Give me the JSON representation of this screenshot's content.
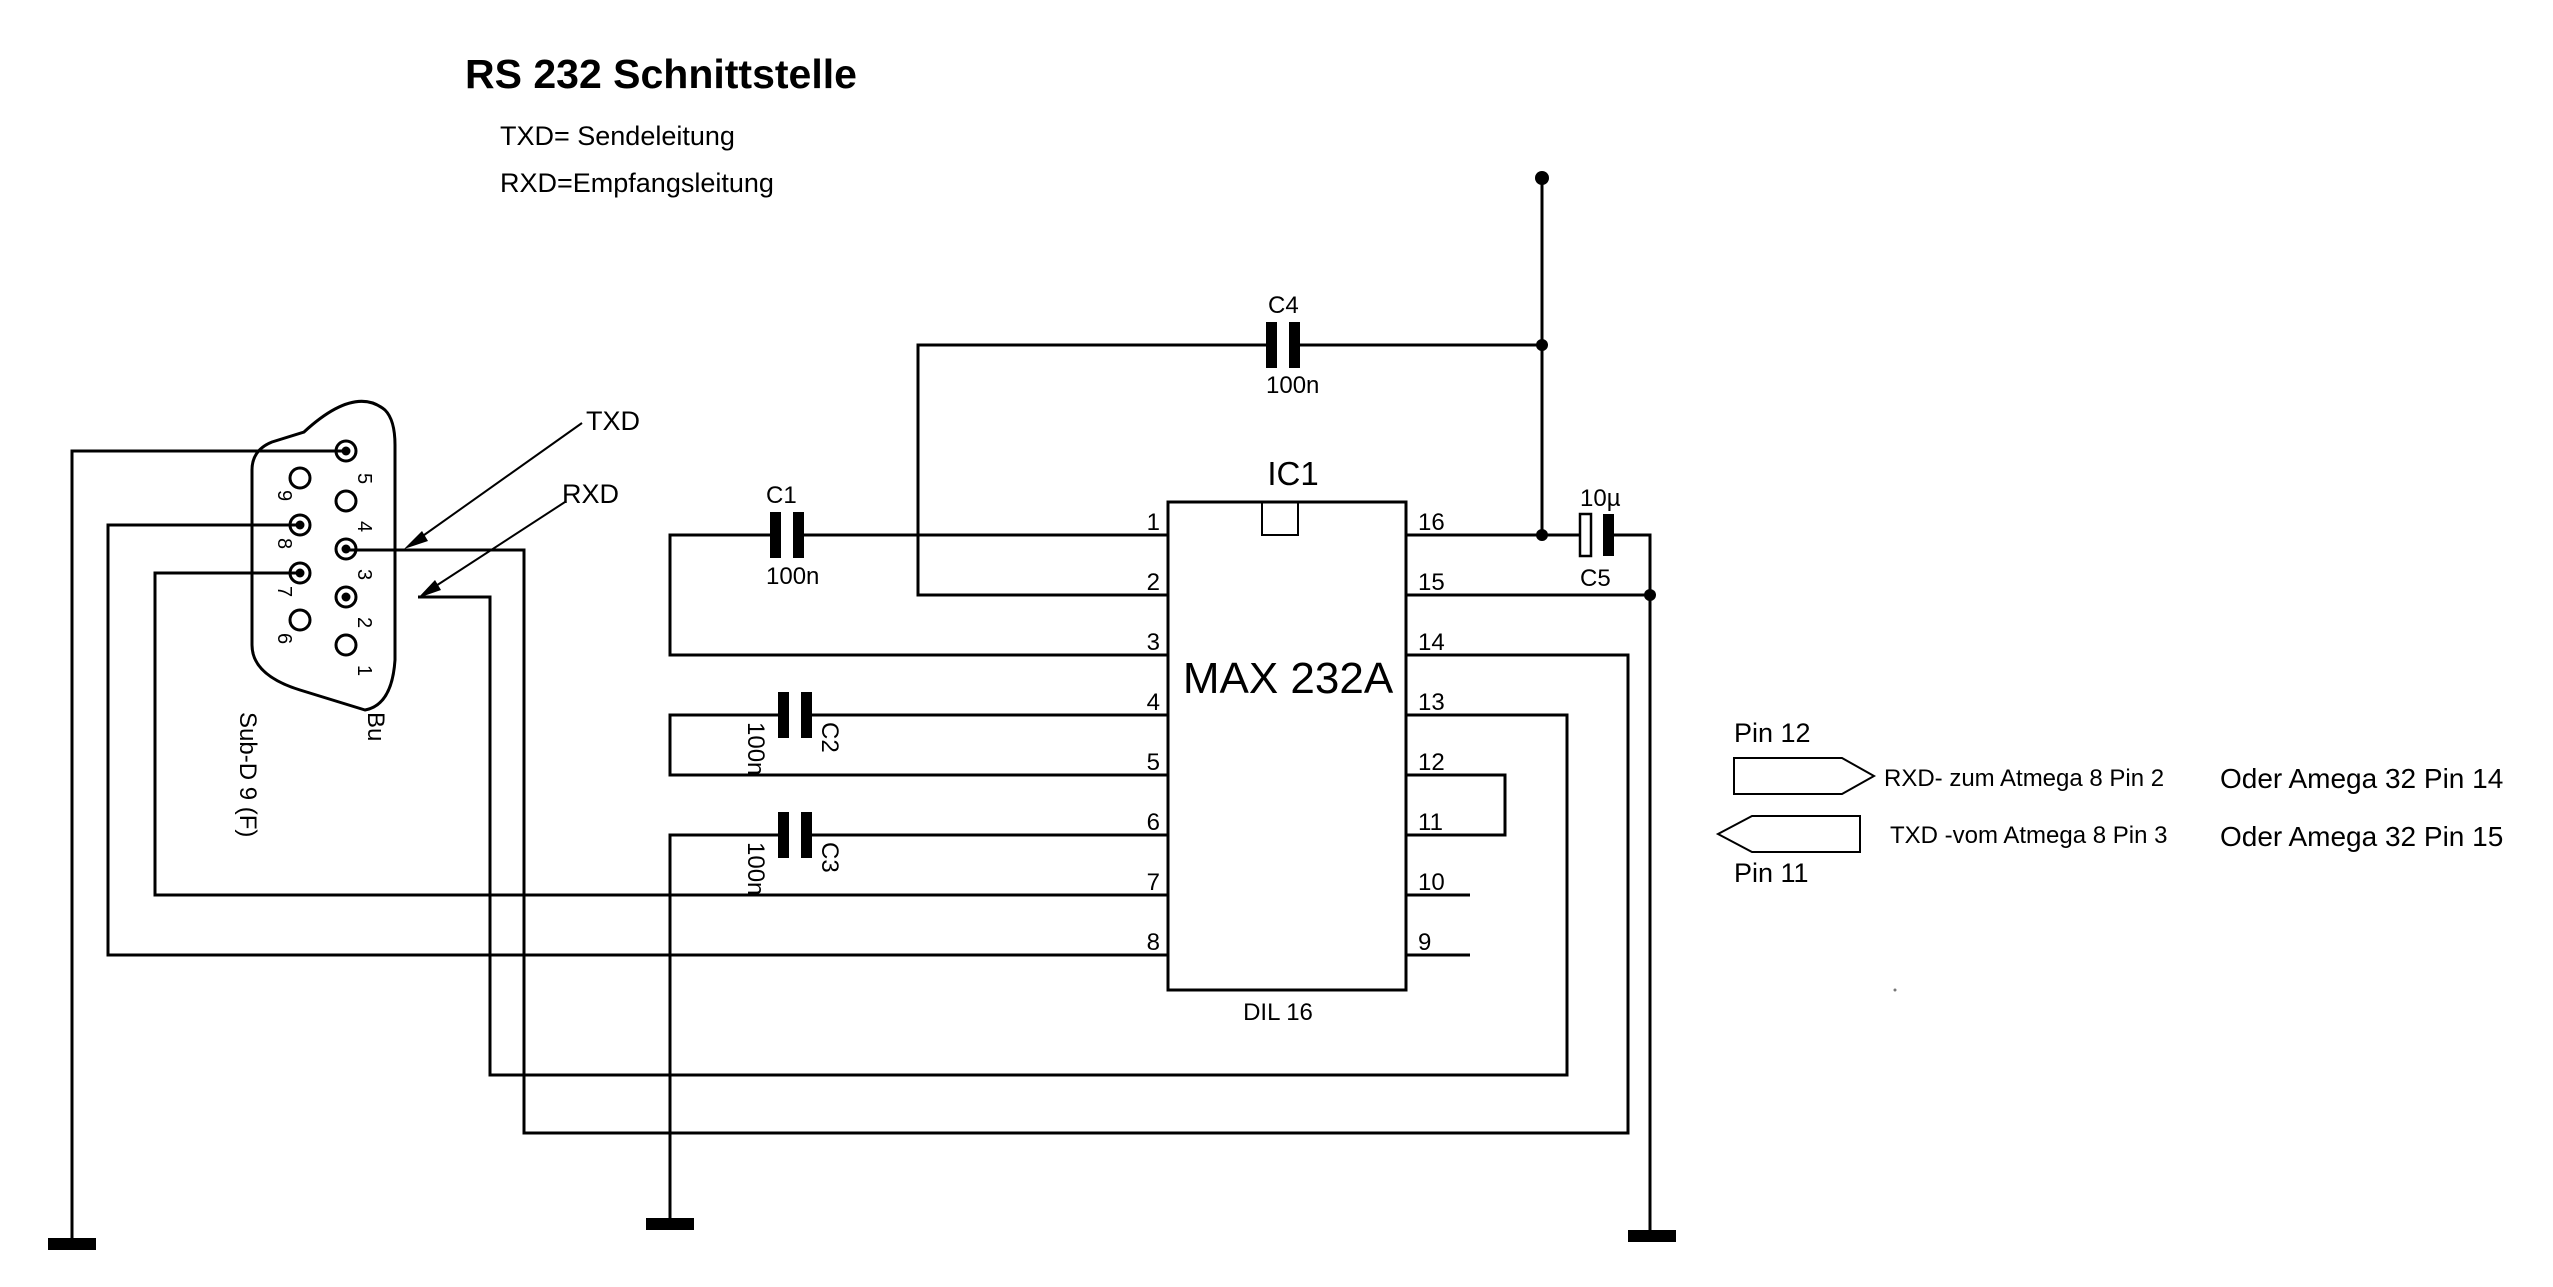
{
  "header": {
    "title": "RS 232 Schnittstelle",
    "note_txd": "TXD= Sendeleitung",
    "note_rxd": "RXD=Empfangsleitung"
  },
  "ic": {
    "ref": "IC1",
    "part": "MAX 232A",
    "package": "DIL 16",
    "left_pins": [
      "1",
      "2",
      "3",
      "4",
      "5",
      "6",
      "7",
      "8"
    ],
    "right_pins": [
      "16",
      "15",
      "14",
      "13",
      "12",
      "11",
      "10",
      "9"
    ]
  },
  "capacitors": {
    "c1": {
      "ref": "C1",
      "value": "100n"
    },
    "c2": {
      "ref": "C2",
      "value": "100n"
    },
    "c3": {
      "ref": "C3",
      "value": "100n"
    },
    "c4": {
      "ref": "C4",
      "value": "100n"
    },
    "c5": {
      "ref": "C5",
      "value": "10µ"
    }
  },
  "connector": {
    "name": "Sub-D 9 (F)",
    "side": "Bu",
    "pins": [
      "5",
      "9",
      "4",
      "8",
      "3",
      "7",
      "2",
      "6",
      "1"
    ],
    "label_txd": "TXD",
    "label_rxd": "RXD"
  },
  "ports": {
    "rxd": {
      "pin": "Pin 12",
      "text": "RXD- zum Atmega 8  Pin 2",
      "alt": "Oder  Amega 32 Pin 14"
    },
    "txd": {
      "pin": "Pin 11",
      "text": "TXD -vom Atmega  8 Pin 3",
      "alt": "Oder  Amega 32 Pin 15"
    }
  }
}
